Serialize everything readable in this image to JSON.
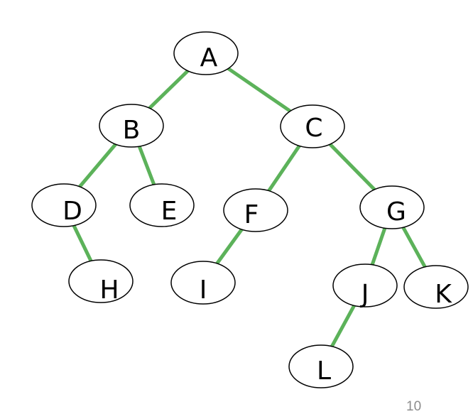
{
  "diagram": {
    "type": "binary-tree",
    "edge_color": "#5cb25a",
    "nodes": [
      {
        "id": "A",
        "label": "A"
      },
      {
        "id": "B",
        "label": "B"
      },
      {
        "id": "C",
        "label": "C"
      },
      {
        "id": "D",
        "label": "D"
      },
      {
        "id": "E",
        "label": "E"
      },
      {
        "id": "F",
        "label": "F"
      },
      {
        "id": "G",
        "label": "G"
      },
      {
        "id": "H",
        "label": "H"
      },
      {
        "id": "I",
        "label": "I"
      },
      {
        "id": "J",
        "label": "J"
      },
      {
        "id": "K",
        "label": "K"
      },
      {
        "id": "L",
        "label": "L"
      }
    ],
    "edges": [
      {
        "from": "A",
        "to": "B"
      },
      {
        "from": "A",
        "to": "C"
      },
      {
        "from": "B",
        "to": "D"
      },
      {
        "from": "B",
        "to": "E"
      },
      {
        "from": "C",
        "to": "F"
      },
      {
        "from": "C",
        "to": "G"
      },
      {
        "from": "D",
        "to": "H"
      },
      {
        "from": "F",
        "to": "I"
      },
      {
        "from": "G",
        "to": "J"
      },
      {
        "from": "G",
        "to": "K"
      },
      {
        "from": "J",
        "to": "L"
      }
    ]
  },
  "page_number": "10"
}
